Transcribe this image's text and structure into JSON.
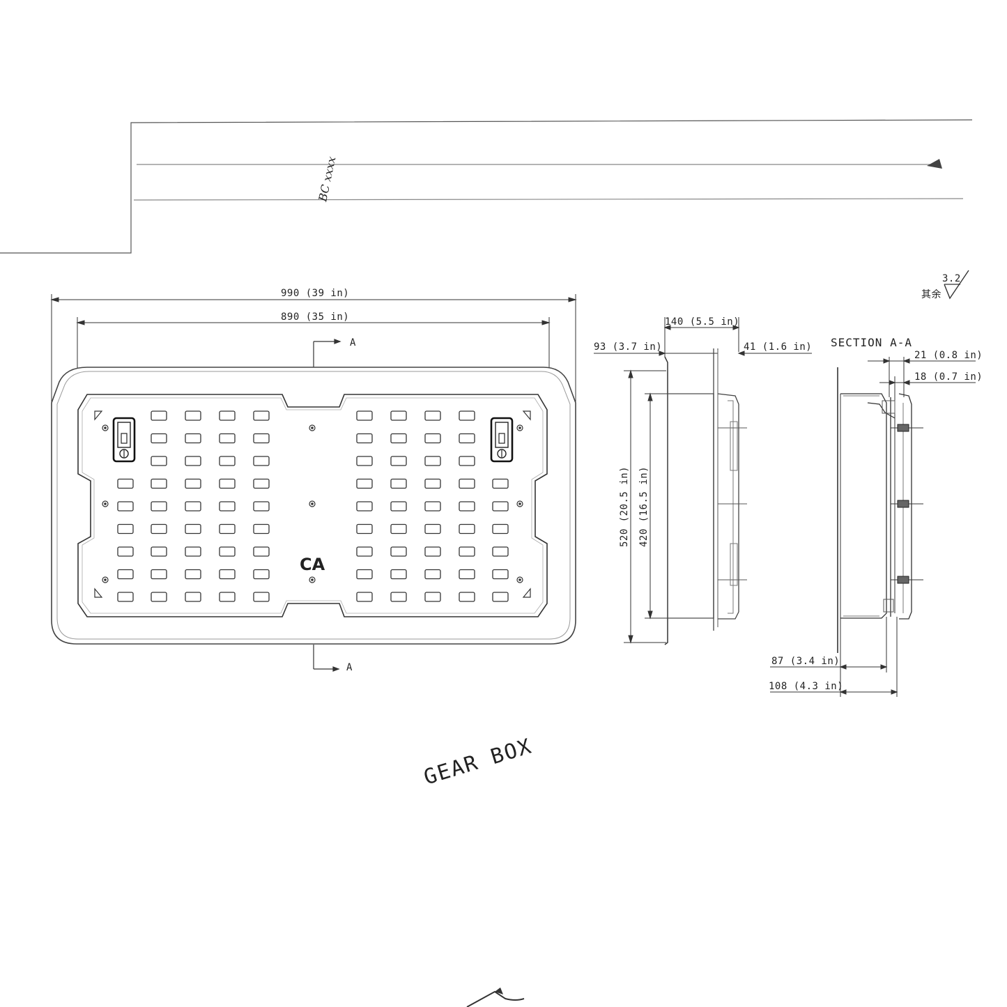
{
  "title_block": {
    "signature_scribble": "BC xxxx",
    "symbol": "arrow-mark"
  },
  "surface_finish": {
    "prefix": "其余",
    "value": "3.2"
  },
  "front_view": {
    "overall_width": "990 (39 in)",
    "inner_width": "890 (35 in)",
    "section_marker_top": "A",
    "section_marker_bottom": "A",
    "logo": "CA",
    "slot_rows": 9
  },
  "side_view": {
    "depth_total": "140 (5.5 in)",
    "depth_left": "93 (3.7 in)",
    "depth_right": "41 (1.6 in)",
    "height_outer": "520 (20.5 in)",
    "height_inner": "420 (16.5 in)"
  },
  "section_view": {
    "title": "SECTION A-A",
    "dim_21": "21 (0.8 in)",
    "dim_18": "18 (0.7 in)",
    "dim_87": "87 (3.4 in)",
    "dim_108": "108 (4.3 in)"
  },
  "label": {
    "text": "GEAR BOX"
  },
  "colors": {
    "line": "#333333",
    "light_line": "#888888",
    "panel_fill": "#ffffff"
  }
}
